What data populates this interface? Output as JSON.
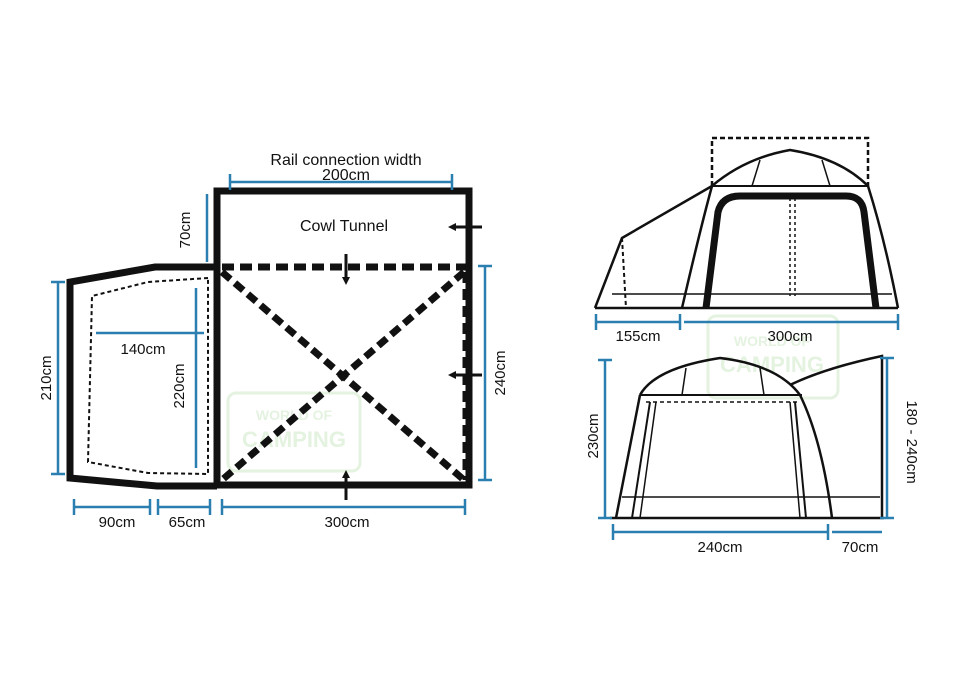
{
  "colors": {
    "dimension": "#2a7fb0",
    "outline": "#111111",
    "watermark": "#d7ecd2"
  },
  "plan_view": {
    "rail_label": "Rail connection width",
    "rail_width": "200cm",
    "cowl_label": "Cowl Tunnel",
    "cowl_depth": "70cm",
    "annex_width": "140cm",
    "annex_inner_depth": "220cm",
    "annex_outer_depth": "210cm",
    "main_depth": "240cm",
    "bottom_annex": "90cm",
    "bottom_step": "65cm",
    "bottom_main": "300cm"
  },
  "side_view": {
    "annex_length": "155cm",
    "main_length": "300cm"
  },
  "front_view": {
    "height": "230cm",
    "width": "240cm",
    "annex_width": "70cm",
    "annex_height": "180 - 240cm"
  },
  "watermark": {
    "line1": "WORLD OF",
    "line2": "CAMPING"
  }
}
